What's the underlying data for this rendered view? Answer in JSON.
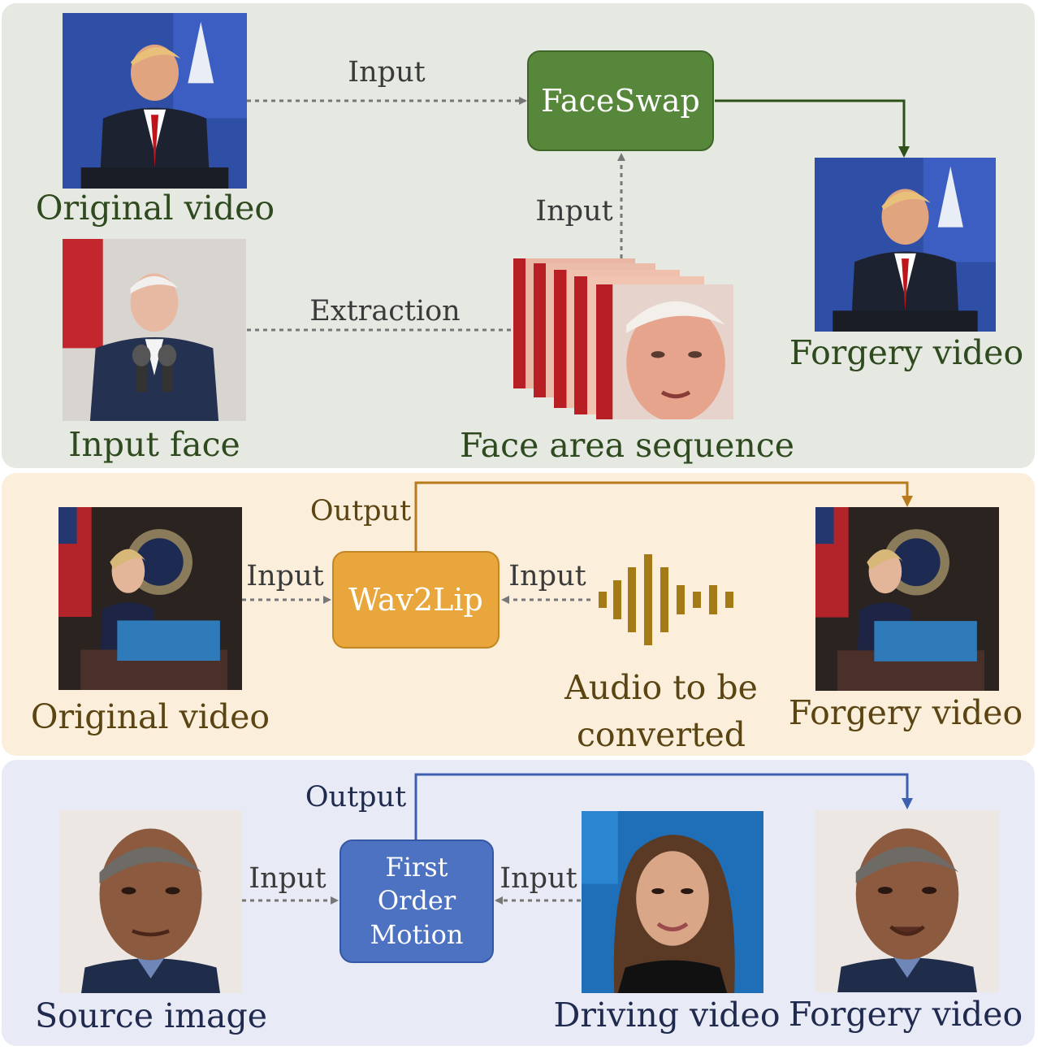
{
  "faceswap_panel": {
    "original_label": "Original video",
    "input_face_label": "Input face",
    "face_sequence_label": "Face area sequence",
    "forgery_label": "Forgery video",
    "method": "FaceSwap",
    "arrow_input_1": "Input",
    "arrow_input_2": "Input",
    "arrow_extraction": "Extraction"
  },
  "wav2lip_panel": {
    "original_label": "Original video",
    "audio_label_line1": "Audio to be",
    "audio_label_line2": "converted",
    "forgery_label": "Forgery video",
    "method": "Wav2Lip",
    "arrow_input_left": "Input",
    "arrow_input_right": "Input",
    "arrow_output": "Output"
  },
  "fom_panel": {
    "source_label": "Source image",
    "driving_label": "Driving video",
    "forgery_label": "Forgery video",
    "method_line1": "First",
    "method_line2": "Order",
    "method_line3": "Motion",
    "arrow_input_left": "Input",
    "arrow_input_right": "Input",
    "arrow_output": "Output"
  },
  "colors": {
    "faceswap_box": "#56873a",
    "wav2lip_box": "#e8a63c",
    "fom_box": "#4e72c2",
    "faceswap_panel_bg": "#e6e8e2",
    "wav2lip_panel_bg": "#fbeedb",
    "fom_panel_bg": "#e8ebf6"
  }
}
